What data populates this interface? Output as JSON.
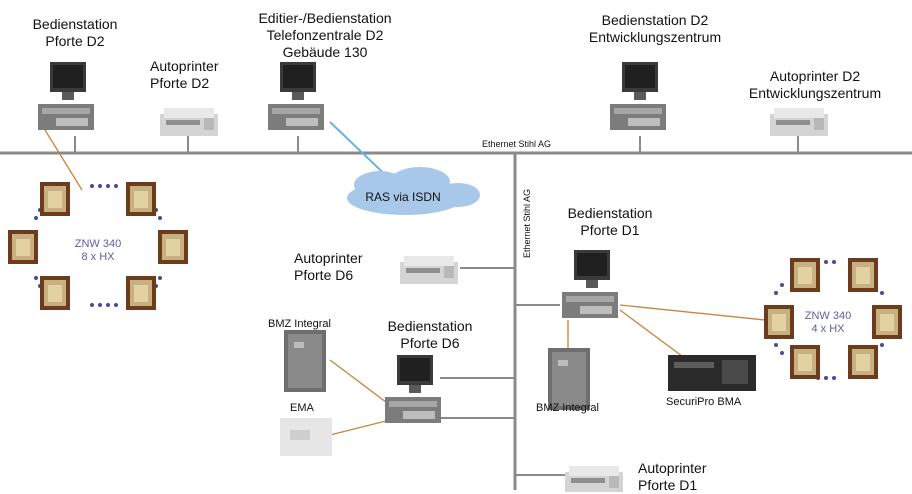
{
  "network": {
    "ethernet_top": "Ethernet Stihl AG",
    "ethernet_vertical": "Ethernet Stihl AG",
    "ras": "RAS via ISDN"
  },
  "stations": {
    "bedien_pforte_d2": [
      "Bedienstation",
      "Pforte D2"
    ],
    "autoprinter_pforte_d2": [
      "Autoprinter",
      "Pforte D2"
    ],
    "editier_station": [
      "Editier-/Bedienstation",
      "Telefonzentrale D2",
      "Gebäude 130"
    ],
    "bedien_entwicklung": [
      "Bedienstation D2",
      "Entwicklungszentrum"
    ],
    "autoprinter_entwicklung": [
      "Autoprinter D2",
      "Entwicklungszentrum"
    ],
    "bedien_pforte_d1": [
      "Bedienstation",
      "Pforte D1"
    ],
    "autoprinter_pforte_d6": [
      "Autoprinter",
      "Pforte D6"
    ],
    "bedien_pforte_d6": [
      "Bedienstation",
      "Pforte D6"
    ],
    "autoprinter_pforte_d1": [
      "Autoprinter",
      "Pforte D1"
    ]
  },
  "devices": {
    "bmz_d6": "BMZ Integral",
    "ema_d6": "EMA",
    "bmz_d1": "BMZ Integral",
    "securipro": "SecuriPro BMA"
  },
  "terminal_rings": {
    "left": [
      "ZNW 340",
      "8 x HX"
    ],
    "right": [
      "ZNW 340",
      "4 x HX"
    ]
  },
  "colors": {
    "ethernet": "#8a8a8a",
    "isdn_link": "#66b3e6",
    "device_link": "#c8843c",
    "ring_dots": "#4a4a9a",
    "cloud": "#a8c8ea"
  }
}
